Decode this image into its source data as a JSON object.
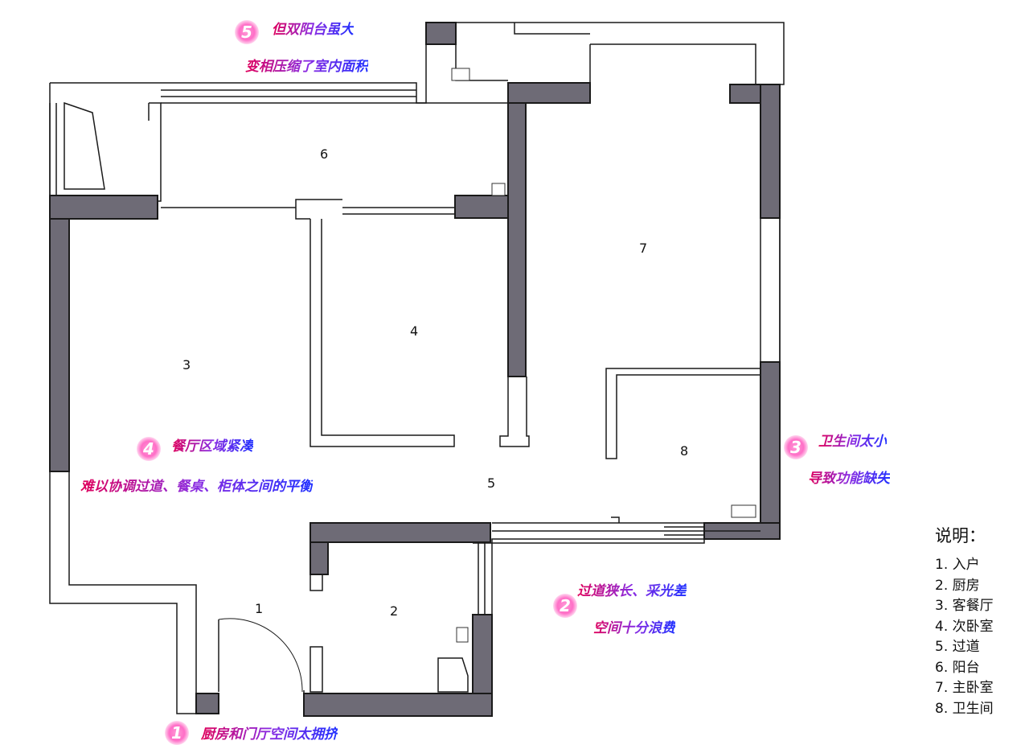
{
  "rooms": {
    "r1": "1",
    "r2": "2",
    "r3": "3",
    "r4": "4",
    "r5": "5",
    "r6": "6",
    "r7": "7",
    "r8": "8"
  },
  "notes": [
    {
      "badge": "1",
      "lines": [
        "厨房和门厅空间太拥挤"
      ]
    },
    {
      "badge": "2",
      "lines": [
        "过道狭长、采光差",
        "空间十分浪费"
      ]
    },
    {
      "badge": "3",
      "lines": [
        "卫生间太小",
        "导致功能缺失"
      ]
    },
    {
      "badge": "4",
      "lines": [
        "餐厅区域紧凑",
        "难以协调过道、餐桌、柜体之间的平衡"
      ]
    },
    {
      "badge": "5",
      "lines": [
        "但双阳台虽大",
        "变相压缩了室内面积"
      ]
    }
  ],
  "legend": {
    "title": "说明：",
    "items": [
      "1. 入户",
      "2. 厨房",
      "3. 客餐厅",
      "4. 次卧室",
      "5. 过道",
      "6. 阳台",
      "7. 主卧室",
      "8. 卫生间"
    ]
  },
  "colors": {
    "wall_dark": "#6e6b76",
    "badge": "#ff6ec7",
    "text_gradient": [
      "#e0005a",
      "#8a2be2",
      "#2030ff"
    ]
  }
}
